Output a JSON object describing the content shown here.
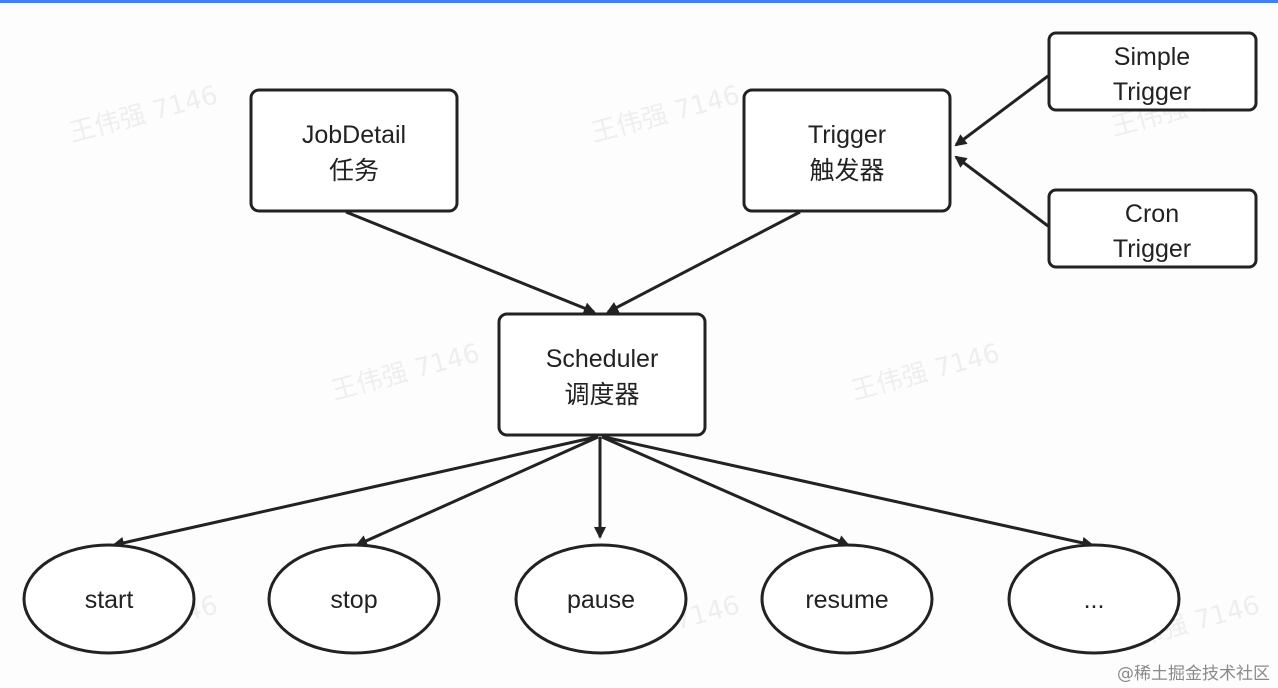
{
  "diagram": {
    "nodes": {
      "jobdetail": {
        "line1": "JobDetail",
        "line2": "任务"
      },
      "trigger": {
        "line1": "Trigger",
        "line2": "触发器"
      },
      "simple_trigger": {
        "line1": "Simple",
        "line2": "Trigger"
      },
      "cron_trigger": {
        "line1": "Cron",
        "line2": "Trigger"
      },
      "scheduler": {
        "line1": "Scheduler",
        "line2": "调度器"
      },
      "start": {
        "label": "start"
      },
      "stop": {
        "label": "stop"
      },
      "pause": {
        "label": "pause"
      },
      "resume": {
        "label": "resume"
      },
      "more": {
        "label": "..."
      }
    },
    "edges": [
      {
        "from": "jobdetail",
        "to": "scheduler"
      },
      {
        "from": "trigger",
        "to": "scheduler"
      },
      {
        "from": "simple_trigger",
        "to": "trigger"
      },
      {
        "from": "cron_trigger",
        "to": "trigger"
      },
      {
        "from": "scheduler",
        "to": "start"
      },
      {
        "from": "scheduler",
        "to": "stop"
      },
      {
        "from": "scheduler",
        "to": "pause"
      },
      {
        "from": "scheduler",
        "to": "resume"
      },
      {
        "from": "scheduler",
        "to": "more"
      }
    ]
  },
  "watermark": {
    "text": "王伟强 7146"
  },
  "credit": {
    "text": "@稀土掘金技术社区"
  },
  "colors": {
    "stroke": "#222222",
    "accent_bar": "#3b82f6"
  }
}
